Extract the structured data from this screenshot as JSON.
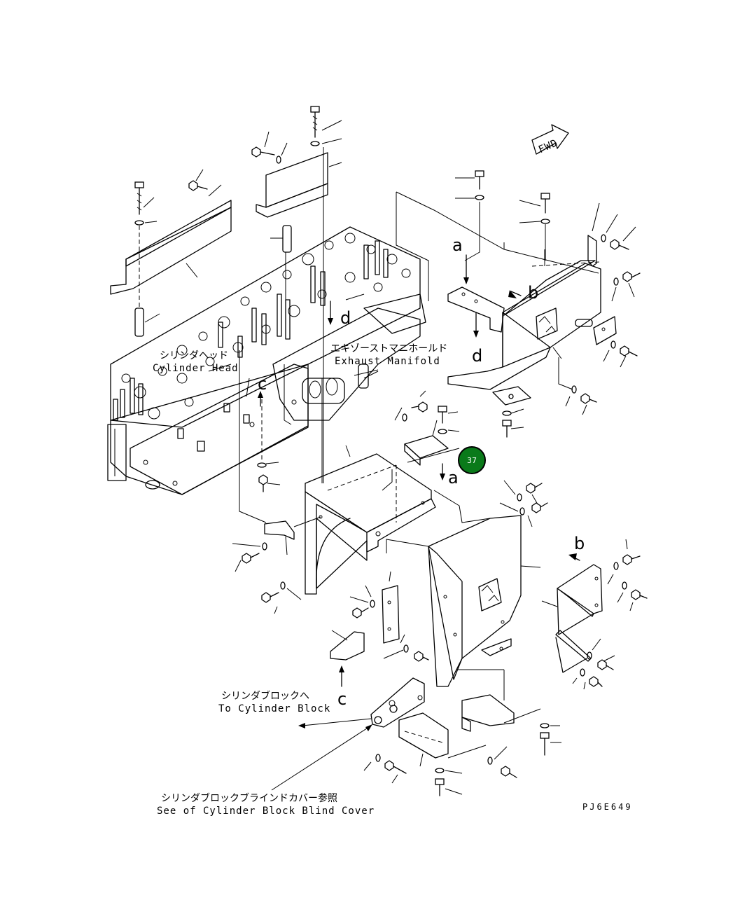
{
  "labels": {
    "cylinder_head_jp": "シリンダヘッド",
    "cylinder_head_en": "Cylinder Head",
    "exhaust_manifold_jp": "エキゾーストマニホールド",
    "exhaust_manifold_en": "Exhaust Manifold",
    "to_cylinder_block_jp": "シリンダブロックへ",
    "to_cylinder_block_en": "To Cylinder Block",
    "blind_cover_jp": "シリンダブロックブラインドカバー参照",
    "blind_cover_en": "See of Cylinder Block Blind Cover",
    "fwd": "FWD",
    "drawing_code": "PJ6E649"
  },
  "view_letters": {
    "a": "a",
    "b": "b",
    "c": "c",
    "d": "d"
  },
  "callout": {
    "number": "37",
    "color": "#0a7a1a",
    "ring_color": "#000000"
  }
}
